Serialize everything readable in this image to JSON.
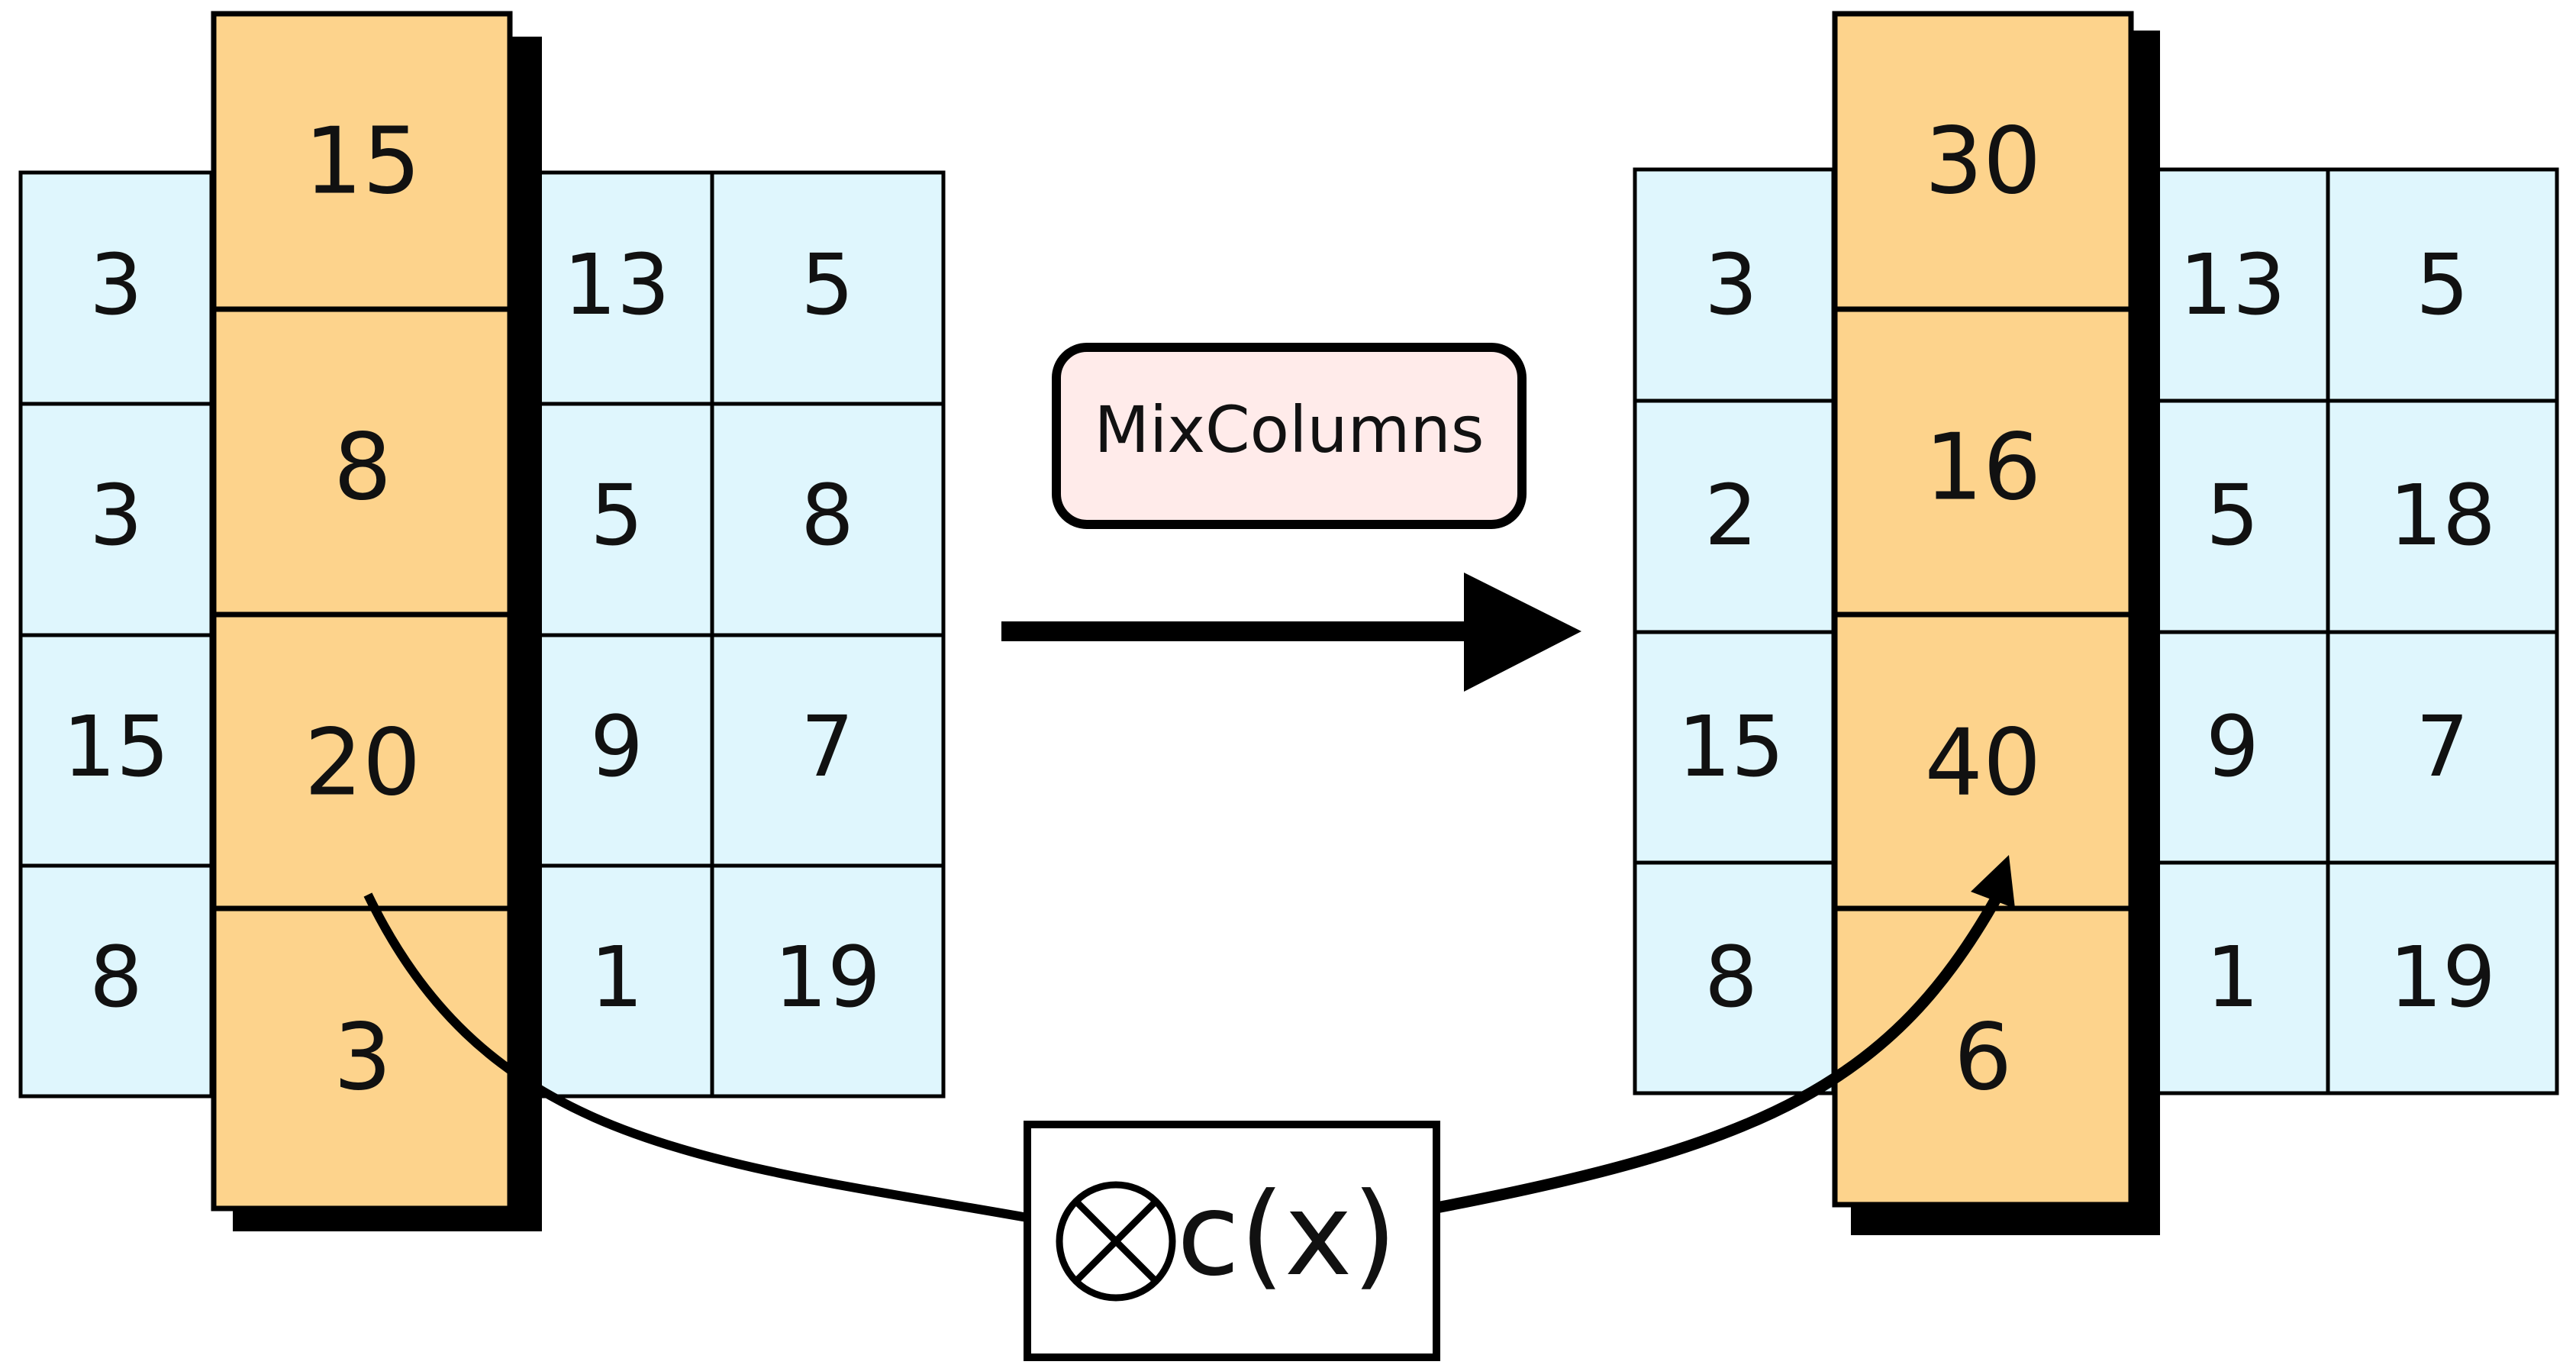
{
  "colors": {
    "grid_fill": "#dff6fd",
    "column_fill": "#fdd38c",
    "stroke": "#000000",
    "label_fill": "#ffebea"
  },
  "before": {
    "left_column": [
      "3",
      "3",
      "15",
      "8"
    ],
    "highlight_column": [
      "15",
      "8",
      "20",
      "3"
    ],
    "right_column_1": [
      "13",
      "5",
      "9",
      "1"
    ],
    "right_column_2": [
      "5",
      "8",
      "7",
      "19"
    ]
  },
  "after": {
    "left_column": [
      "3",
      "2",
      "15",
      "8"
    ],
    "highlight_column": [
      "30",
      "16",
      "40",
      "6"
    ],
    "right_column_1": [
      "13",
      "5",
      "9",
      "1"
    ],
    "right_column_2": [
      "5",
      "18",
      "7",
      "19"
    ]
  },
  "operation_label": "MixColumns",
  "multiplier_label": "c(x)",
  "multiplier_icon": "circled-times-icon",
  "arrow_icon": "right-arrow-icon"
}
